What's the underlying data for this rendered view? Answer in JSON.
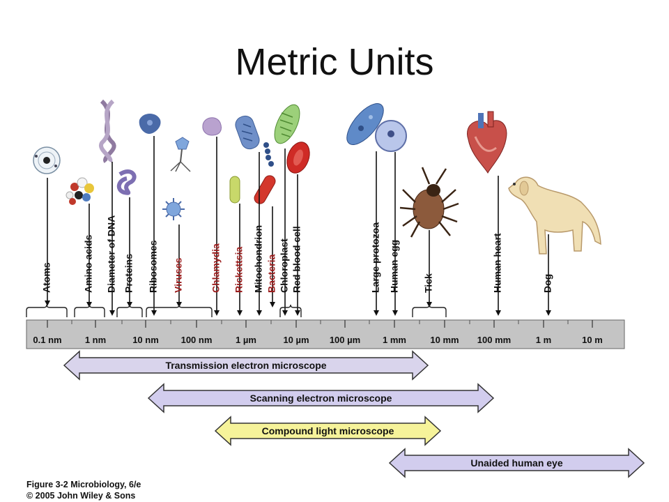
{
  "slide": {
    "title": "Metric Units"
  },
  "scale": {
    "ticks": [
      "0.1 nm",
      "1 nm",
      "10 nm",
      "100 nm",
      "1 µm",
      "10 µm",
      "100 µm",
      "1 mm",
      "10 mm",
      "100 mm",
      "1 m",
      "10 m"
    ]
  },
  "objects": [
    {
      "name": "Atoms",
      "color": "#111111",
      "icon": "atom-icon"
    },
    {
      "name": "Amino acids",
      "color": "#111111",
      "icon": "molecule-icon"
    },
    {
      "name": "Diameter of DNA",
      "color": "#111111",
      "icon": "dna-helix-icon"
    },
    {
      "name": "Proteins",
      "color": "#111111",
      "icon": "protein-icon"
    },
    {
      "name": "Ribosomes",
      "color": "#111111",
      "icon": "ribosome-icon"
    },
    {
      "name": "Viruses",
      "color": "#9b1c1c",
      "icon": "virus-icon"
    },
    {
      "name": "Chlamydia",
      "color": "#9b1c1c",
      "icon": "chlamydia-icon"
    },
    {
      "name": "Rickettsia",
      "color": "#9b1c1c",
      "icon": "rickettsia-icon"
    },
    {
      "name": "Mitochondrion",
      "color": "#111111",
      "icon": "mitochondrion-icon"
    },
    {
      "name": "Bacteria",
      "color": "#9b1c1c",
      "icon": "bacteria-icon"
    },
    {
      "name": "Chloroplast",
      "color": "#111111",
      "icon": "chloroplast-icon"
    },
    {
      "name": "Red blood cell",
      "color": "#111111",
      "icon": "red-blood-cell-icon"
    },
    {
      "name": "Large protozoa",
      "color": "#111111",
      "icon": "protozoa-icon"
    },
    {
      "name": "Human egg",
      "color": "#111111",
      "icon": "human-egg-icon"
    },
    {
      "name": "Tick",
      "color": "#111111",
      "icon": "tick-icon"
    },
    {
      "name": "Human heart",
      "color": "#111111",
      "icon": "heart-icon"
    },
    {
      "name": "Dog",
      "color": "#111111",
      "icon": "dog-icon"
    }
  ],
  "ranges": [
    {
      "label": "Transmission electron microscope",
      "color": "#d9d4ec"
    },
    {
      "label": "Scanning electron microscope",
      "color": "#d2cdee"
    },
    {
      "label": "Compound light microscope",
      "color": "#f6f39a"
    },
    {
      "label": "Unaided human eye",
      "color": "#d2cdee"
    }
  ],
  "caption": {
    "line1": "Figure 3-2 Microbiology, 6/e",
    "line2": "© 2005 John Wiley & Sons"
  }
}
